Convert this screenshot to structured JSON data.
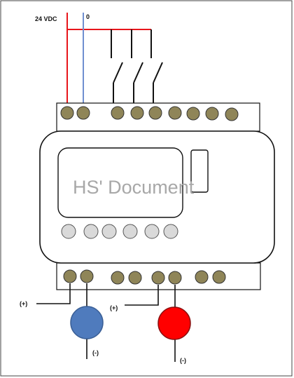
{
  "labels": {
    "supply_positive": "24 VDC",
    "supply_zero": "0",
    "blue_output_plus": "(+)",
    "blue_output_minus": "(-)",
    "red_output_plus": "(+)",
    "red_output_minus": "(-)"
  },
  "watermark": "HS' Document",
  "colors": {
    "supply_wire": "#e8151b",
    "zero_wire": "#6f8fd0",
    "terminal_fill": "#8f8558",
    "button_fill": "#d9d9d9",
    "lamp_blue": "#4f7bbd",
    "lamp_red": "#ff0000",
    "outline": "#111111"
  },
  "components": {
    "input_terminals": 8,
    "input_switches": 3,
    "front_buttons": 6,
    "output_terminals": 8,
    "indicator_lamps": [
      "blue",
      "red"
    ]
  }
}
